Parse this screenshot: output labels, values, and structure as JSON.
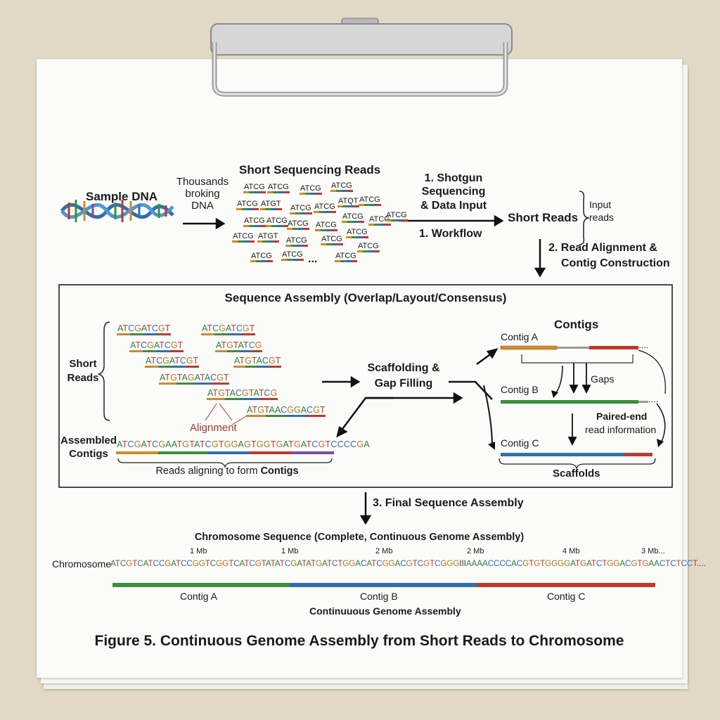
{
  "dna": {
    "title": "Sample DNA",
    "caption": "Thousands\nbroking\nDNA"
  },
  "reads_cloud": {
    "title": "Short Sequencing Reads",
    "labels": [
      "ATCG",
      "ATCG",
      "ATCG",
      "ATCG",
      "ATCG",
      "ATGT",
      "ATCG",
      "ATCG",
      "ATQT",
      "ATCG",
      "ATCG",
      "ATCG",
      "ATCG",
      "ATCG",
      "ATCG",
      "ATCG",
      "ATCG",
      "ATGT",
      "ATCG",
      "ATCG",
      "ATCG",
      "ATCG",
      "ATCG",
      "ATCG",
      "ATCG",
      "ATCG"
    ],
    "ellipsis": "..."
  },
  "step1": {
    "line1": "1. Shotgun",
    "line2": "Sequencing",
    "line3": "& Data Input",
    "workflow": "1. Workflow"
  },
  "short_reads": {
    "label": "Short Reads",
    "note": "Input\nreads"
  },
  "step2": {
    "line1": "2. Read Alignment &",
    "line2": "Contig Construction"
  },
  "assembly_box": {
    "title": "Sequence Assembly (Overlap/Layout/Consensus)",
    "short_reads_label": "Short\nReads",
    "reads": [
      "ATCGATCGT",
      "ATCGATCGT",
      "ATCGATCGT",
      "ATGTATCG",
      "ATCGATCGT",
      "ATGTACGT",
      "ATGTAGATACGT",
      "ATGTACGTATCG",
      "ATGTAACGGACGT"
    ],
    "alignment_label": "Alignment",
    "assembled_label": "Assembled\nContigs",
    "assembled_seq": "ATCGATCGAATGTATCGTGGAGTGGTGATGATCGTCCCCGA",
    "caption_prefix": "Reads aligning to form ",
    "caption_bold": "Contigs",
    "scaffolding": "Scaffolding &\nGap Filling",
    "contigs_title": "Contigs",
    "contig_a": "Contig A",
    "contig_b": "Contig B",
    "contig_c": "Contig C",
    "gaps": "Gaps",
    "paired_end_bold": "Paired-end",
    "paired_end": "read information",
    "scaffolds": "Scaffolds",
    "dots": "....",
    "dots2": "...."
  },
  "step3": {
    "label": "3. Final Sequence Assembly"
  },
  "chromosome": {
    "title": "Chromosome Sequence (Complete, Continuous Genome Assembly)",
    "ticks": [
      "1 Mb",
      "1 Mb",
      "2 Mb",
      "2 Mb",
      "4 Mb",
      "3 Mb..."
    ],
    "label": "Chromosome",
    "sequence": "ATCGTCATCCGATCCGGTCGGTCATCGTATATCGATATGATCTGGACATCGGACGTCGTCGGGIIIAAAACCCCACGTGTGGGGATGATCTGGACGTGAACTCTCCT....",
    "contig_a": "Contig A",
    "contig_b": "Contig B",
    "contig_c": "Contig C",
    "continuous": "Continuuous Genome Assembly"
  },
  "figure_caption": "Figure 5. Continuous Genome Assembly from Short Reads to Chromosome",
  "colors": {
    "green": "#3a8f3a",
    "blue": "#2f6fb0",
    "red": "#c0392b",
    "orange": "#d08a2a",
    "purple": "#7a4f9a"
  }
}
